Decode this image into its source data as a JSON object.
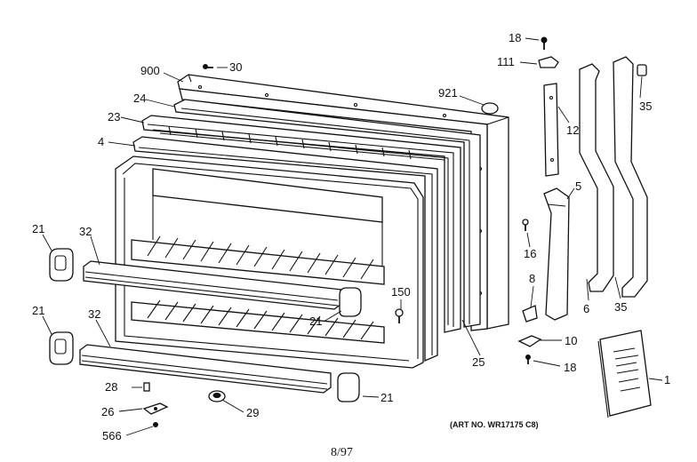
{
  "labels": {
    "p18a": "18",
    "p111": "111",
    "p12": "12",
    "p35a": "35",
    "p900": "900",
    "p30": "30",
    "p921": "921",
    "p24": "24",
    "p23": "23",
    "p4": "4",
    "p5": "5",
    "p21a": "21",
    "p32a": "32",
    "p16": "16",
    "p8": "8",
    "p150": "150",
    "p21b": "21",
    "p6": "6",
    "p35b": "35",
    "p21c": "21",
    "p32b": "32",
    "p10": "10",
    "p25": "25",
    "p18b": "18",
    "p1": "1",
    "p28": "28",
    "p21d": "21",
    "p26": "26",
    "p29": "29",
    "p566": "566"
  },
  "art_no": "(ART NO. WR17175 C8)",
  "date": "8/97",
  "colors": {
    "ink": "#111111",
    "paper": "#ffffff"
  }
}
